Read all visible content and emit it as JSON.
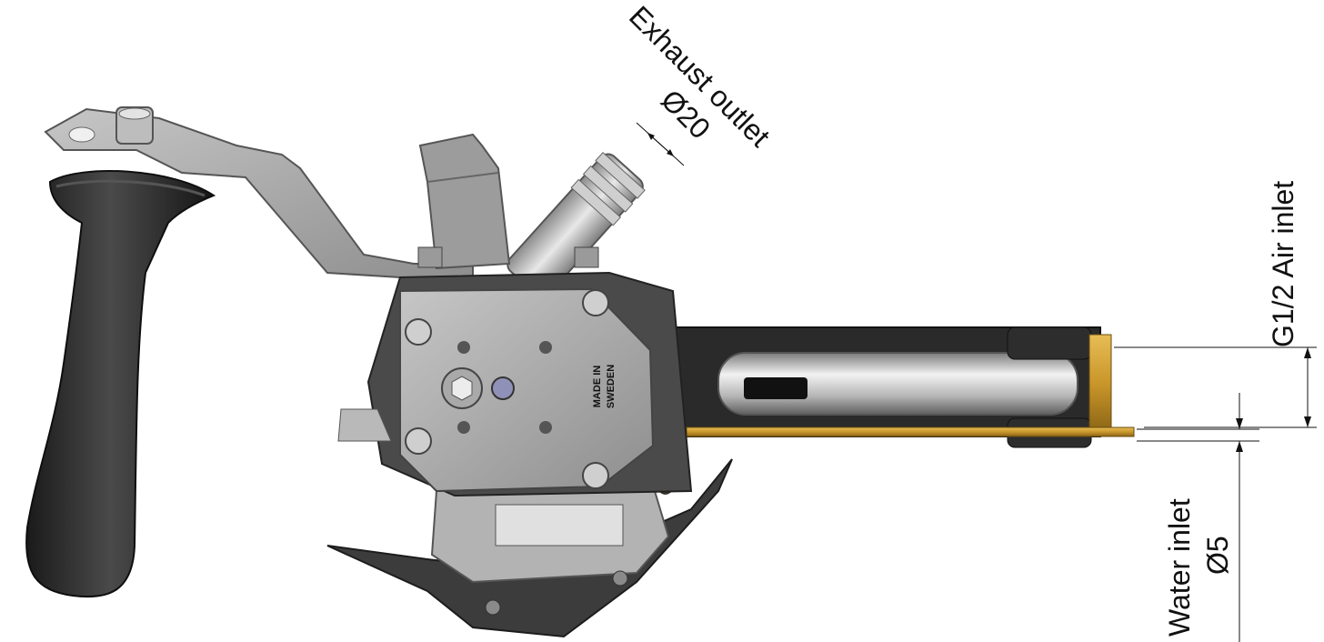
{
  "labels": {
    "exhaust_title": "Exhaust outlet",
    "exhaust_size": "Ø20",
    "air_inlet": "G1/2 Air inlet",
    "water_title": "Water inlet",
    "water_size": "Ø5",
    "housing_line1": "MADE IN",
    "housing_line2": "SWEDEN"
  },
  "colors": {
    "handle": "#262626",
    "metal_light": "#bfbfbf",
    "metal_mid": "#9a9a9a",
    "metal_dark": "#5a5a5a",
    "brass": "#c9962a",
    "guard": "#3a3a3a"
  }
}
